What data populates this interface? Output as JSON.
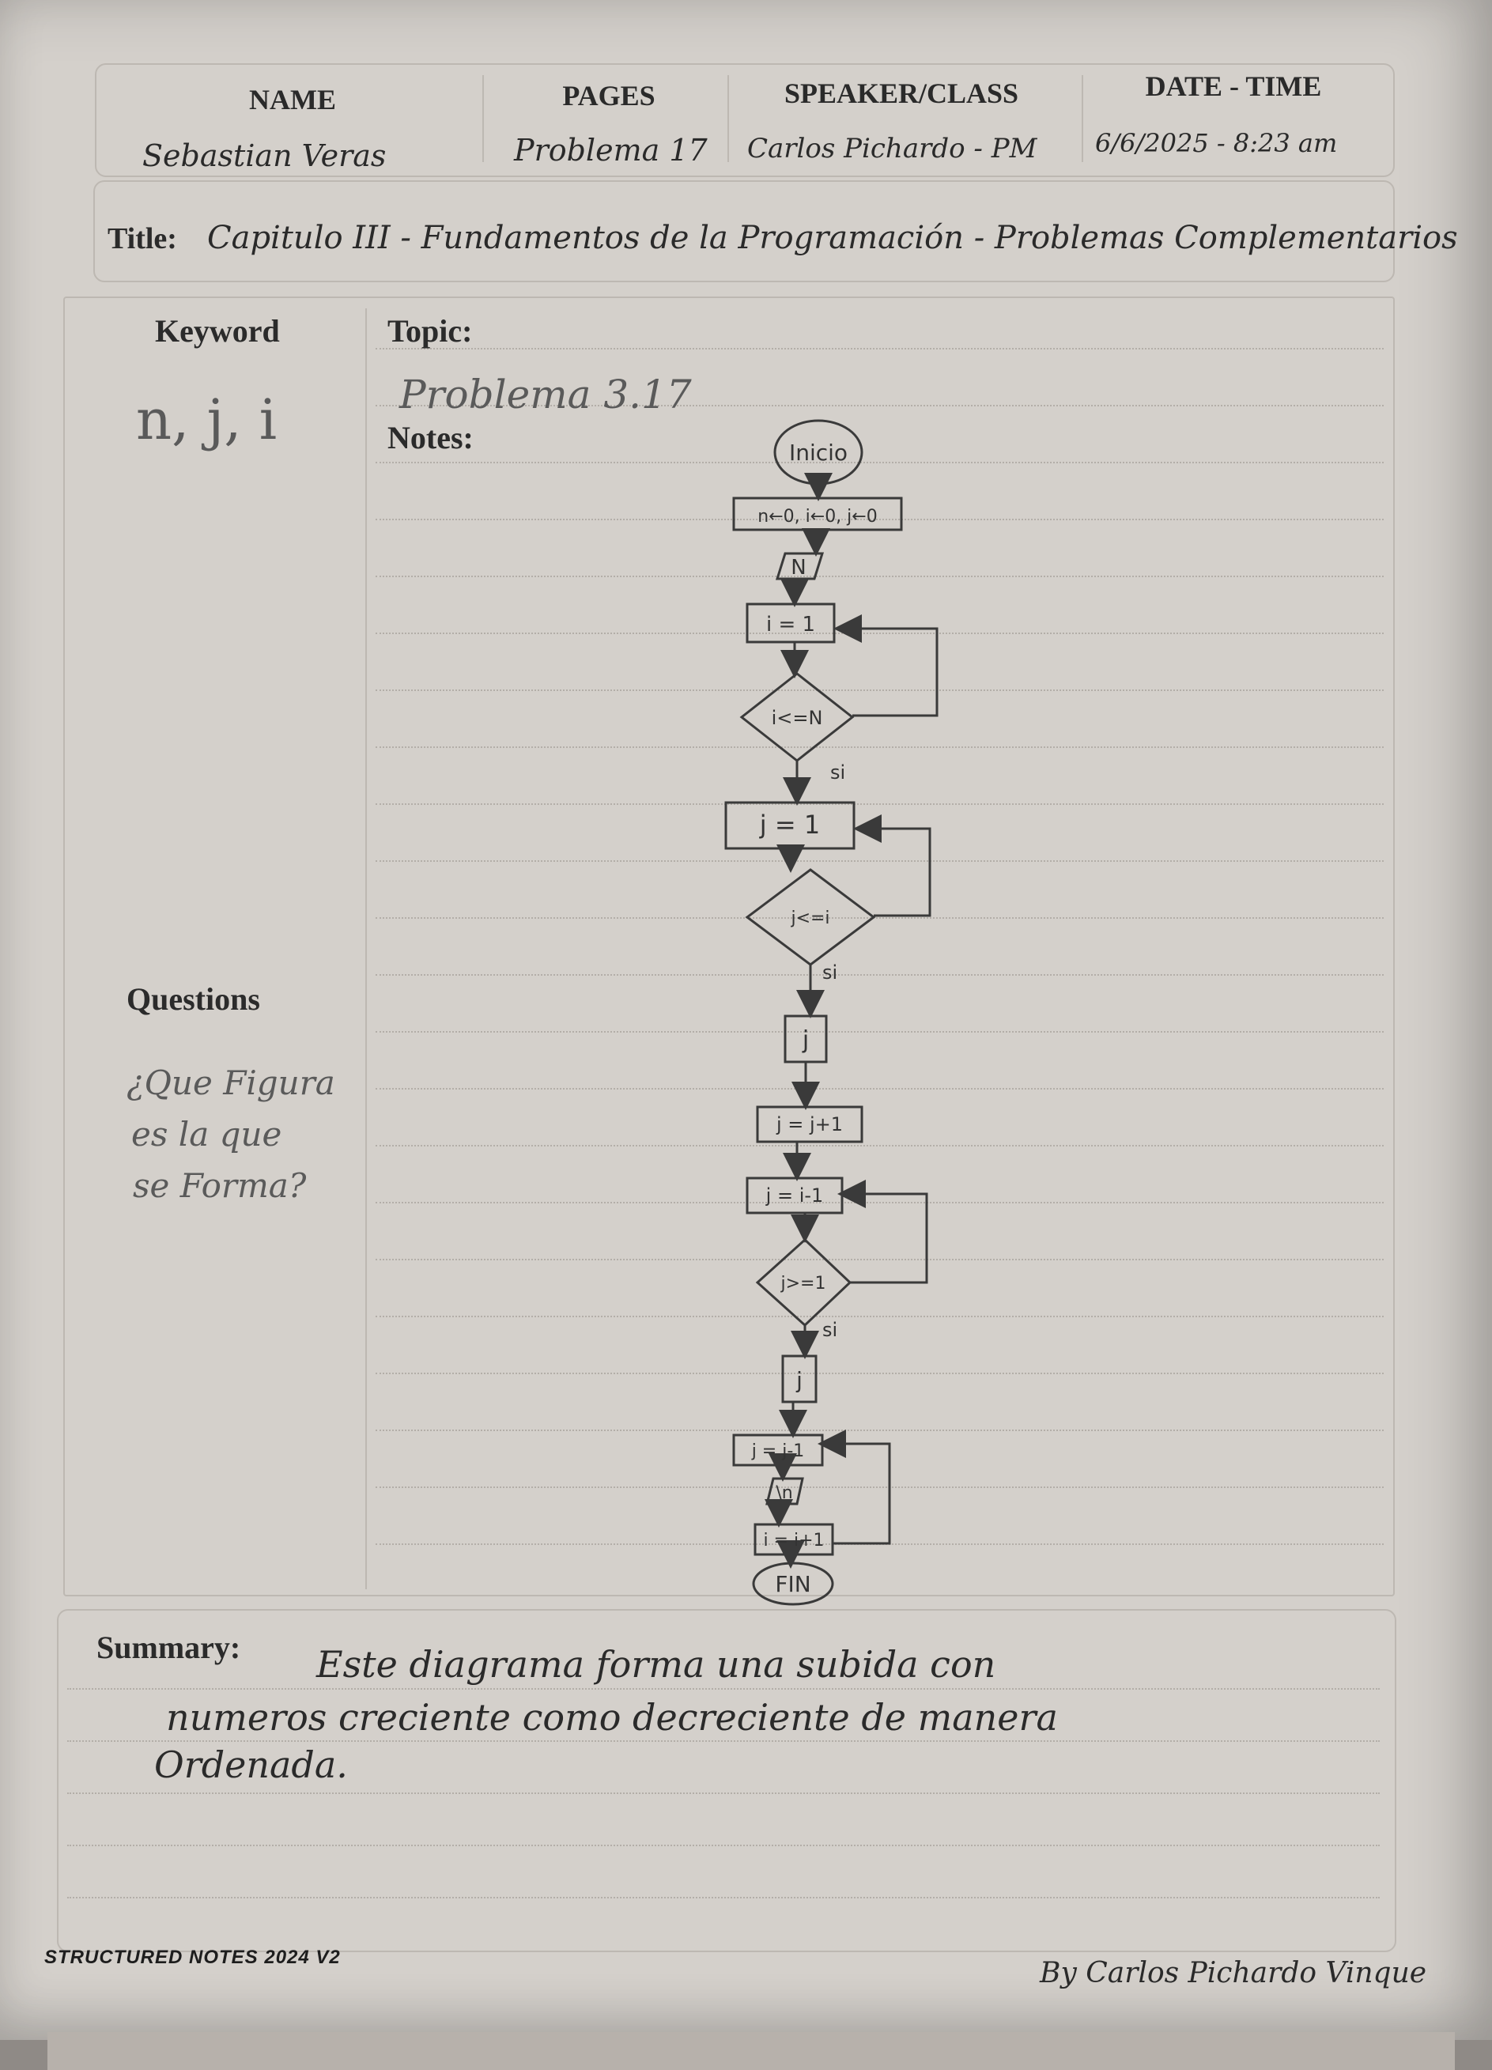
{
  "header": {
    "name_label": "NAME",
    "pages_label": "PAGES",
    "speaker_label": "SPEAKER/CLASS",
    "datetime_label": "DATE - TIME",
    "name_value": "Sebastian Veras",
    "pages_value": "Problema 17",
    "speaker_value": "Carlos Pichardo - PM",
    "datetime_value": "6/6/2025 - 8:23 am"
  },
  "title": {
    "label": "Title:",
    "value": "Capitulo III - Fundamentos de la Programación - Problemas Complementarios"
  },
  "keyword": {
    "label": "Keyword",
    "value": "n, j, i"
  },
  "topic": {
    "label": "Topic:",
    "value": "Problema 3.17"
  },
  "notes": {
    "label": "Notes:"
  },
  "questions": {
    "label": "Questions",
    "lines": [
      "¿Que Figura",
      "es la que",
      "se Forma?"
    ]
  },
  "flowchart": {
    "start": "Inicio",
    "init": "n←0, i←0, j←0",
    "read_n": "N",
    "set_i": "i = 1",
    "cond_i": "i<=N",
    "yes_1": "si",
    "set_j": "j = 1",
    "cond_j": "j<=i",
    "yes_2": "si",
    "print_j_1": "j",
    "inc_j": "j = j+1",
    "set_j_2": "j = i-1",
    "cond_j_2": "j>=1",
    "yes_3": "si",
    "print_j_2": "j",
    "dec_j": "j = j-1",
    "newline": "\\n",
    "inc_i": "i = i+1",
    "end": "FIN"
  },
  "summary": {
    "label": "Summary:",
    "lines": [
      "Este diagrama forma una subida con",
      "numeros creciente como decreciente de manera",
      "Ordenada."
    ]
  },
  "footer": {
    "left": "STRUCTURED NOTES 2024 V2",
    "right": "By Carlos Pichardo Vinque"
  }
}
